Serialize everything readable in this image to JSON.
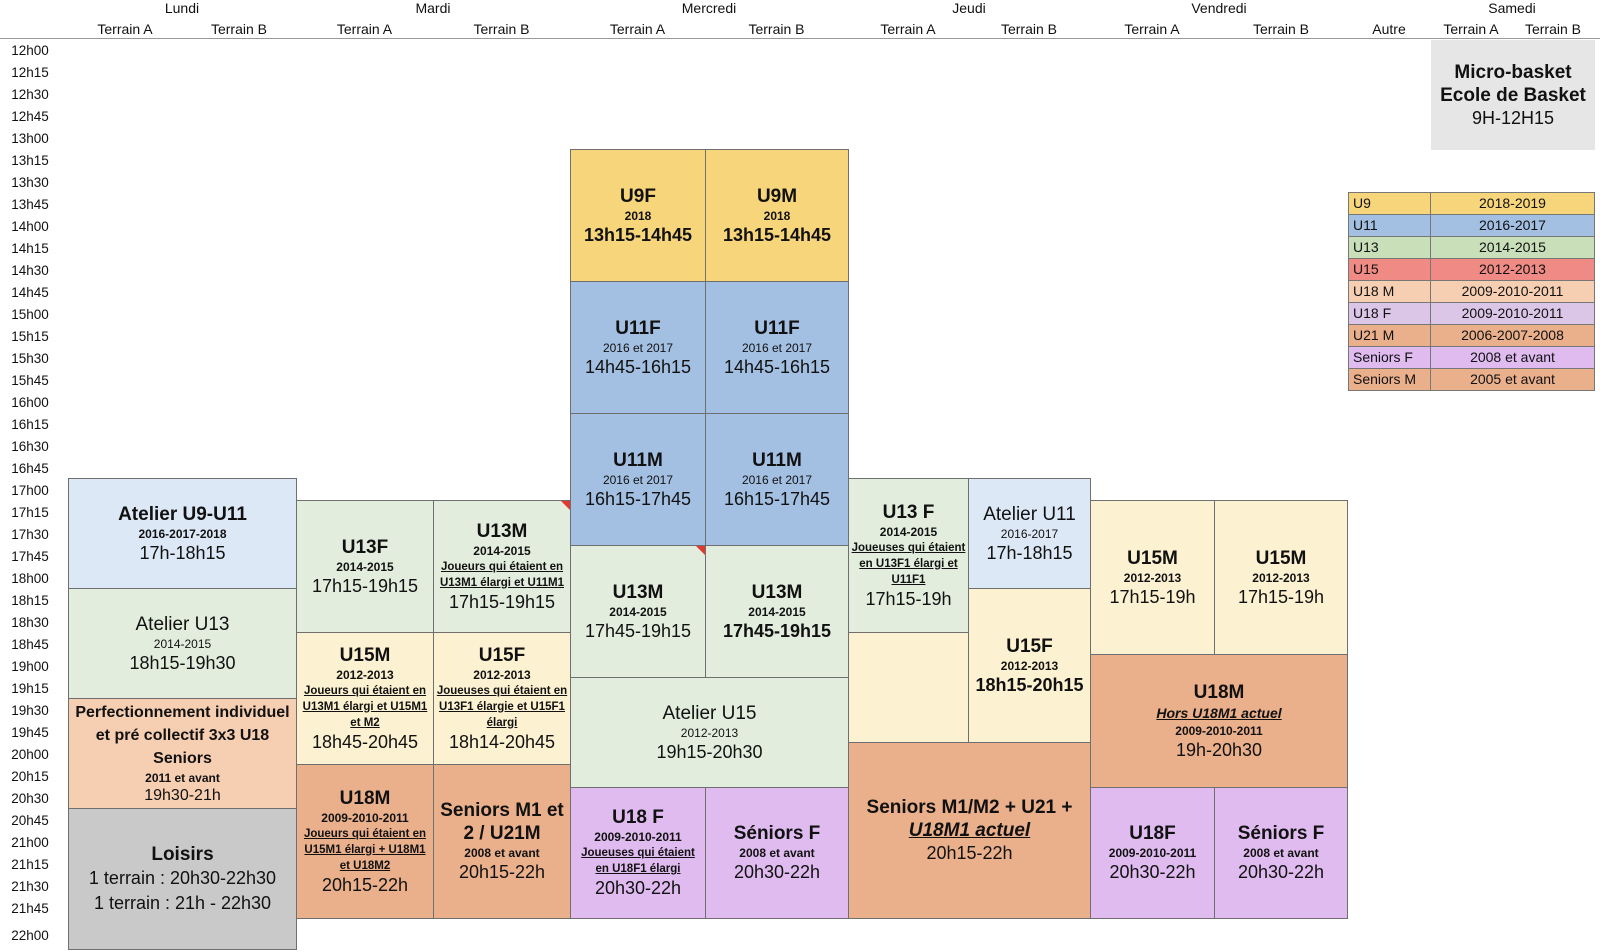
{
  "days": [
    "Lundi",
    "Mardi",
    "Mercredi",
    "Jeudi",
    "Vendredi",
    "Samedi"
  ],
  "courts": {
    "lundi_a": "Terrain A",
    "lundi_b": "Terrain B",
    "mardi_a": "Terrain A",
    "mardi_b": "Terrain B",
    "mercredi_a": "Terrain A",
    "mercredi_b": "Terrain B",
    "jeudi_a": "Terrain A",
    "jeudi_b": "Terrain B",
    "vendredi_a": "Terrain A",
    "vendredi_b": "Terrain B",
    "autre": "Autre",
    "samedi_a": "Terrain A",
    "samedi_b": "Terrain B"
  },
  "times": [
    "12h00",
    "12h15",
    "12h30",
    "12h45",
    "13h00",
    "13h15",
    "13h30",
    "13h45",
    "14h00",
    "14h15",
    "14h30",
    "14h45",
    "15h00",
    "15h15",
    "15h30",
    "15h45",
    "16h00",
    "16h15",
    "16h30",
    "16h45",
    "17h00",
    "17h15",
    "17h30",
    "17h45",
    "18h00",
    "18h15",
    "18h30",
    "18h45",
    "19h00",
    "19h15",
    "19h30",
    "19h45",
    "20h00",
    "20h15",
    "20h30",
    "20h45",
    "21h00",
    "21h15",
    "21h30",
    "21h45",
    "22h00"
  ],
  "sessions": {
    "mon_atelier_u9": {
      "title": "Atelier U9-U11",
      "years": "2016-2017-2018",
      "time": "17h-18h15"
    },
    "mon_atelier_u13": {
      "title": "Atelier U13",
      "years": "2014-2015",
      "time": "18h15-19h30"
    },
    "mon_perf": {
      "title": "Perfectionnement individuel et pré collectif 3x3 U18 Seniors",
      "years": "2011 et avant",
      "time": "19h30-21h"
    },
    "mon_loisirs": {
      "title": "Loisirs",
      "line1": "1 terrain : 20h30-22h30",
      "line2": "1 terrain : 21h - 22h30"
    },
    "tue_u13f": {
      "title": "U13F",
      "years": "2014-2015",
      "time": "17h15-19h15"
    },
    "tue_u13m": {
      "title": "U13M",
      "years": "2014-2015",
      "note": "Joueurs qui étaient en U13M1 élargi et U11M1",
      "time": "17h15-19h15"
    },
    "tue_u15m": {
      "title": "U15M",
      "years": "2012-2013",
      "note": "Joueurs qui étaient en U13M1 élargi et U15M1 et M2",
      "time": "18h45-20h45"
    },
    "tue_u15f": {
      "title": "U15F",
      "years": "2012-2013",
      "note": "Joueuses qui étaient en U13F1 élargie et U15F1 élargi",
      "time": "18h14-20h45"
    },
    "tue_u18m": {
      "title": "U18M",
      "years": "2009-2010-2011",
      "note": "Joueurs qui étaient en U15M1 élargi + U18M1 et U18M2",
      "time": "20h15-22h"
    },
    "tue_seniors": {
      "title": "Seniors M1 et 2 / U21M",
      "years": "2008 et avant",
      "time": "20h15-22h"
    },
    "wed_u9f": {
      "title": "U9F",
      "years": "2018",
      "time": "13h15-14h45"
    },
    "wed_u9m": {
      "title": "U9M",
      "years": "2018",
      "time": "13h15-14h45"
    },
    "wed_u11f_a": {
      "title": "U11F",
      "years": "2016 et 2017",
      "time": "14h45-16h15"
    },
    "wed_u11f_b": {
      "title": "U11F",
      "years": "2016 et 2017",
      "time": "14h45-16h15"
    },
    "wed_u11m_a": {
      "title": "U11M",
      "years": "2016 et 2017",
      "time": "16h15-17h45"
    },
    "wed_u11m_b": {
      "title": "U11M",
      "years": "2016 et 2017",
      "time": "16h15-17h45"
    },
    "wed_u13m_a": {
      "title": "U13M",
      "years": "2014-2015",
      "time": "17h45-19h15"
    },
    "wed_u13m_b": {
      "title": "U13M",
      "years": "2014-2015",
      "time": "17h45-19h15"
    },
    "wed_atelier_u15": {
      "title": "Atelier U15",
      "years": "2012-2013",
      "time": "19h15-20h30"
    },
    "wed_u18f": {
      "title": "U18 F",
      "years": "2009-2010-2011",
      "note": "Joueuses qui étaient en U18F1 élargi",
      "time": "20h30-22h"
    },
    "wed_seniors_f": {
      "title": "Séniors F",
      "years": "2008 et avant",
      "time": "20h30-22h"
    },
    "thu_u13f": {
      "title": "U13 F",
      "years": "2014-2015",
      "note": "Joueuses qui étaient en U13F1 élargi et U11F1",
      "time": "17h15-19h"
    },
    "thu_atelier_u11": {
      "title": "Atelier U11",
      "years": "2016-2017",
      "time": "17h-18h15"
    },
    "thu_u15f": {
      "title": "U15F",
      "years": "2012-2013",
      "time": "18h15-20h15"
    },
    "thu_seniors": {
      "title": "Seniors M1/M2 + U21 +",
      "note": "U18M1 actuel",
      "time": "20h15-22h"
    },
    "fri_u15m_a": {
      "title": "U15M",
      "years": "2012-2013",
      "time": "17h15-19h"
    },
    "fri_u15m_b": {
      "title": "U15M",
      "years": "2012-2013",
      "time": "17h15-19h"
    },
    "fri_u18m": {
      "title": "U18M",
      "note": "Hors U18M1 actuel",
      "years": "2009-2010-2011",
      "time": "19h-20h30"
    },
    "fri_u18f": {
      "title": "U18F",
      "years": "2009-2010-2011",
      "time": "20h30-22h"
    },
    "fri_seniors_f": {
      "title": "Séniors F",
      "years": "2008 et avant",
      "time": "20h30-22h"
    },
    "sat_micro": {
      "line1": "Micro-basket",
      "line2": "Ecole de Basket",
      "time": "9H-12H15"
    }
  },
  "legend": [
    {
      "cat": "U9",
      "years": "2018-2019",
      "color": "#f7d57b"
    },
    {
      "cat": "U11",
      "years": "2016-2017",
      "color": "#a3c0e3"
    },
    {
      "cat": "U13",
      "years": "2014-2015",
      "color": "#c8dfb9"
    },
    {
      "cat": "U15",
      "years": "2012-2013",
      "color": "#ef8a85"
    },
    {
      "cat": "U18 M",
      "years": "2009-2010-2011",
      "color": "#f6cfb2"
    },
    {
      "cat": "U18 F",
      "years": "2009-2010-2011",
      "color": "#dcc6e8"
    },
    {
      "cat": "U21 M",
      "years": "2006-2007-2008",
      "color": "#eab08b"
    },
    {
      "cat": "Seniors F",
      "years": "2008 et avant",
      "color": "#dfbbef"
    },
    {
      "cat": "Seniors M",
      "years": "2005 et avant",
      "color": "#eab08b"
    }
  ]
}
